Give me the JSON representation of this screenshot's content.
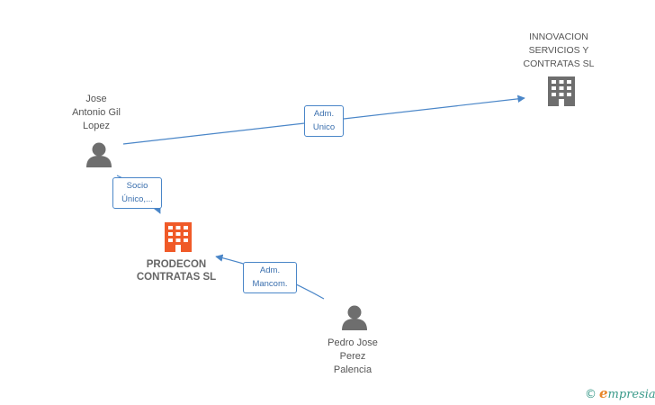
{
  "nodes": {
    "jose": {
      "lines": [
        "Jose",
        "Antonio Gil",
        "Lopez"
      ]
    },
    "innovacion": {
      "lines": [
        "INNOVACION",
        "SERVICIOS Y",
        "CONTRATAS SL"
      ]
    },
    "prodecon": {
      "lines": [
        "PRODECON",
        "CONTRATAS SL"
      ]
    },
    "pedro": {
      "lines": [
        "Pedro Jose",
        "Perez",
        "Palencia"
      ]
    }
  },
  "edges": {
    "jose_innovacion": {
      "lines": [
        "Adm.",
        "Unico"
      ]
    },
    "jose_prodecon": {
      "lines": [
        "Socio",
        "Único,..."
      ]
    },
    "pedro_prodecon": {
      "lines": [
        "Adm.",
        "Mancom."
      ]
    }
  },
  "colors": {
    "edge": "#4a86c8",
    "person": "#6e6e6e",
    "company": "#6e6e6e",
    "company_main": "#f05a28"
  },
  "brand": {
    "copyright": "©",
    "initial": "e",
    "rest": "mpresia"
  }
}
